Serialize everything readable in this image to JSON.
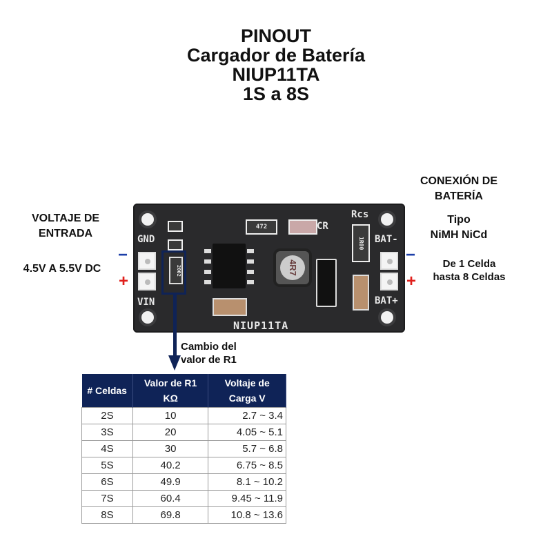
{
  "title": {
    "line1": "PINOUT",
    "line2": "Cargador de Batería",
    "line3": "NIUP11TA",
    "line4": "1S a 8S"
  },
  "input": {
    "heading1": "VOLTAJE DE",
    "heading2": "ENTRADA",
    "range": "4.5V A 5.5V DC",
    "minus": "−",
    "plus": "+"
  },
  "battery": {
    "heading1": "CONEXIÓN DE",
    "heading2": "BATERÍA",
    "type1": "Tipo",
    "type2": "NiMH NiCd",
    "cells1": "De 1 Celda",
    "cells2": "hasta 8 Celdas",
    "minus": "−",
    "plus": "+"
  },
  "board": {
    "gnd": "GND",
    "vin": "VIN",
    "bat_minus": "BAT-",
    "bat_plus": "BAT+",
    "rcs": "Rcs",
    "cr": "CR",
    "name": "NIUP11TA",
    "r1_code": "2002",
    "r472": "472",
    "r100": "1R00",
    "inductor": "4R7"
  },
  "callout": {
    "line1": "Cambio del",
    "line2": "valor de R1"
  },
  "colors": {
    "navy": "#0f2357",
    "red": "#e0201c",
    "blue": "#1c3fa8"
  },
  "table": {
    "headers": [
      [
        "# Celdas"
      ],
      [
        "Valor de R1",
        "KΩ"
      ],
      [
        "Voltaje de",
        "Carga V"
      ]
    ],
    "rows": [
      [
        "2S",
        "10",
        "2.7 ~ 3.4"
      ],
      [
        "3S",
        "20",
        "4.05 ~ 5.1"
      ],
      [
        "4S",
        "30",
        "5.7 ~ 6.8"
      ],
      [
        "5S",
        "40.2",
        "6.75 ~ 8.5"
      ],
      [
        "6S",
        "49.9",
        "8.1 ~ 10.2"
      ],
      [
        "7S",
        "60.4",
        "9.45 ~ 11.9"
      ],
      [
        "8S",
        "69.8",
        "10.8 ~  13.6"
      ]
    ]
  }
}
